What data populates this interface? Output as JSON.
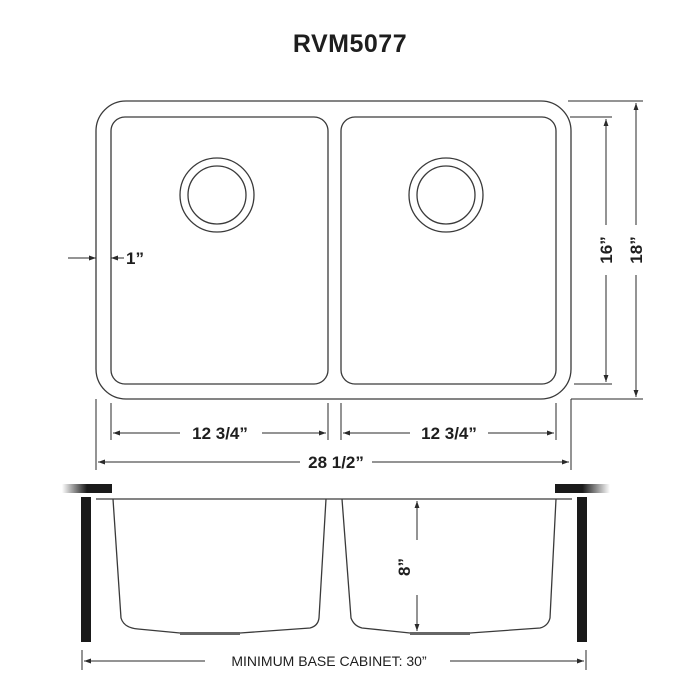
{
  "title": "RVM5077",
  "top_view": {
    "rim_width_label": "1”",
    "left_bowl_width": "12 3/4”",
    "right_bowl_width": "12 3/4”",
    "overall_width": "28 1/2”",
    "bowl_depth_front_back": "16”",
    "overall_depth": "18”"
  },
  "side_view": {
    "bowl_depth": "8”",
    "cabinet_label": "MINIMUM BASE CABINET: 30”"
  },
  "colors": {
    "line": "#3a3a3a",
    "text": "#1e1e1e",
    "cabinet": "#1a1a1a"
  }
}
